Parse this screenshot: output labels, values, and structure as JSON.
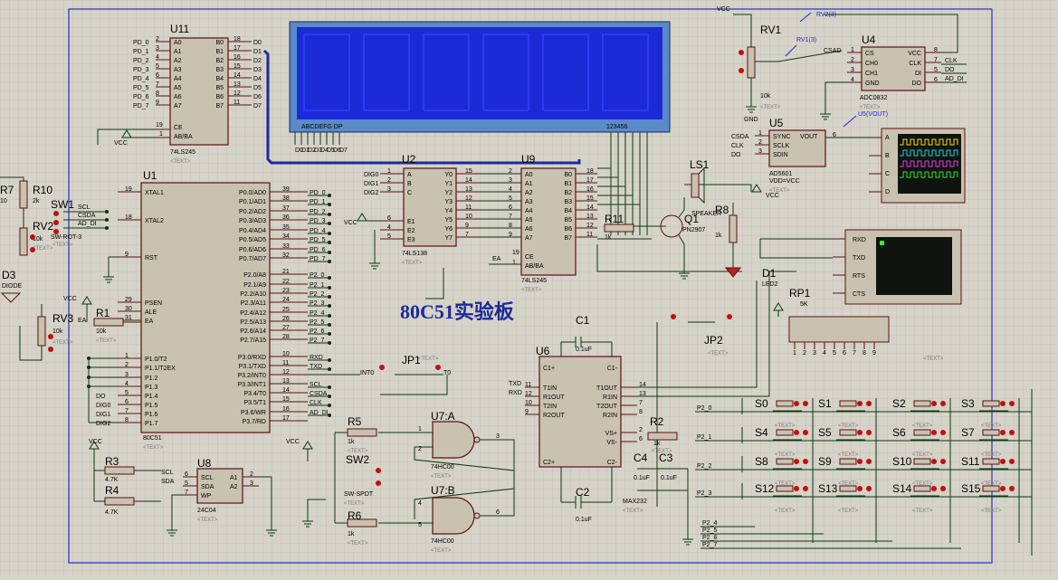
{
  "board_title": "80C51实验板",
  "text_tag": "<TEXT>",
  "lcd": {
    "seg_label": "ABCDEFG  DP",
    "dig_label": "123456"
  },
  "u11": {
    "ref": "U11",
    "part": "74LS245",
    "inputs": [
      "PD_0",
      "PD_1",
      "PD_2",
      "PD_3",
      "PD_4",
      "PD_5",
      "PD_6",
      "PD_7"
    ],
    "a_pins": [
      "A0",
      "A1",
      "A2",
      "A3",
      "A4",
      "A5",
      "A6",
      "A7"
    ],
    "b_pins": [
      "B0",
      "B1",
      "B2",
      "B3",
      "B4",
      "B5",
      "B6",
      "B7"
    ],
    "left_nums": [
      "2",
      "3",
      "4",
      "5",
      "6",
      "7",
      "8",
      "9"
    ],
    "right_nums": [
      "18",
      "17",
      "16",
      "15",
      "14",
      "13",
      "12",
      "11"
    ],
    "outputs": [
      "D0",
      "D1",
      "D2",
      "D3",
      "D4",
      "D5",
      "D6",
      "D7"
    ],
    "ce": "CE",
    "ab": "AB/BA",
    "n19": "19",
    "n1": "1",
    "vcc": "VCC"
  },
  "u1": {
    "ref": "U1",
    "part": "80C51",
    "left_pins": [
      "XTAL1",
      "XTAL2",
      "RST",
      "PSEN",
      "ALE",
      "EA",
      "P1.0/T2",
      "P1.1/T2EX",
      "P1.2",
      "P1.3",
      "P1.4",
      "P1.5",
      "P1.6",
      "P1.7"
    ],
    "left_nums": [
      "19",
      "18",
      "9",
      "29",
      "30",
      "31",
      "1",
      "2",
      "3",
      "4",
      "5",
      "6",
      "7",
      "8"
    ],
    "left_nets": [
      "",
      "",
      "",
      "",
      "",
      "",
      "",
      "",
      "",
      "",
      "DO",
      "DIG0",
      "DIG1",
      "DIG2"
    ],
    "right_pins": [
      "P0.0/AD0",
      "P0.1/AD1",
      "P0.2/AD2",
      "P0.3/AD3",
      "P0.4/AD4",
      "P0.5/AD5",
      "P0.6/AD6",
      "P0.7/AD7",
      "P2.0/A8",
      "P2.1/A9",
      "P2.2/A10",
      "P2.3/A11",
      "P2.4/A12",
      "P2.5/A13",
      "P2.6/A14",
      "P2.7/A15",
      "P3.0/RXD",
      "P3.1/TXD",
      "P3.2/INT0",
      "P3.3/INT1",
      "P3.4/T0",
      "P3.5/T1",
      "P3.6/WR",
      "P3.7/RD"
    ],
    "right_nums": [
      "39",
      "38",
      "37",
      "36",
      "35",
      "34",
      "33",
      "32",
      "21",
      "22",
      "23",
      "24",
      "25",
      "26",
      "27",
      "28",
      "10",
      "11",
      "12",
      "13",
      "14",
      "15",
      "16",
      "17"
    ],
    "right_nets": [
      "PD_0",
      "PD_1",
      "PD_2",
      "PD_3",
      "PD_4",
      "PD_5",
      "PD_6",
      "PD_7",
      "P2_0",
      "P2_1",
      "P2_2",
      "P2_3",
      "P2_4",
      "P2_5",
      "P2_6",
      "P2_7",
      "RXD",
      "TXD",
      "",
      "SCL",
      "CSDA",
      "CLK",
      "AD_DI",
      ""
    ],
    "int0": "INT0",
    "t0": "T0"
  },
  "u2": {
    "ref": "U2",
    "part": "74LS138",
    "in_nets": [
      "DIG0",
      "DIG1",
      "DIG2"
    ],
    "in_nums": [
      "1",
      "2",
      "3"
    ],
    "in_pins": [
      "A",
      "B",
      "C"
    ],
    "en_pins": [
      "E1",
      "E2",
      "E3"
    ],
    "en_nums": [
      "6",
      "4",
      "5"
    ],
    "out_pins": [
      "Y0",
      "Y1",
      "Y2",
      "Y3",
      "Y4",
      "Y5",
      "Y6",
      "Y7"
    ],
    "out_nums": [
      "15",
      "14",
      "13",
      "12",
      "11",
      "10",
      "9",
      "7"
    ],
    "vcc": "VCC"
  },
  "u9": {
    "ref": "U9",
    "part": "74LS245",
    "a_pins": [
      "A0",
      "A1",
      "A2",
      "A3",
      "A4",
      "A5",
      "A6",
      "A7"
    ],
    "a_nums": [
      "2",
      "3",
      "4",
      "5",
      "6",
      "7",
      "8",
      "9"
    ],
    "b_pins": [
      "B0",
      "B1",
      "B2",
      "B3",
      "B4",
      "B5",
      "B6",
      "B7"
    ],
    "b_nums": [
      "18",
      "17",
      "16",
      "15",
      "14",
      "13",
      "12",
      "11"
    ],
    "ce": "CE",
    "ab": "AB/BA",
    "ea": "EA",
    "n19": "19",
    "n1": "1"
  },
  "rv1": {
    "ref": "RV1",
    "val": "10k",
    "gnd": "GND",
    "vcc": "VCC",
    "probe1": "RV1(3)",
    "probe2": "RV2(3)"
  },
  "u4": {
    "ref": "U4",
    "part": "ADC0832",
    "left_pins": [
      "CS",
      "CH0",
      "CH1",
      "GND"
    ],
    "left_nums": [
      "1",
      "2",
      "3",
      "4"
    ],
    "right_pins": [
      "VCC",
      "CLK",
      "DI",
      "DO"
    ],
    "right_nums": [
      "8",
      "7",
      "5",
      "6"
    ],
    "left_net": "CSAD",
    "right_nets": [
      "CLK",
      "DO",
      "AD_DI"
    ]
  },
  "u5": {
    "ref": "U5",
    "part": "AD5601",
    "sub": "VDD=VCC",
    "pins": [
      "SYNC",
      "SCLK",
      "SDIN"
    ],
    "nums": [
      "1",
      "2",
      "3"
    ],
    "nets": [
      "CSDA",
      "CLK",
      "DO"
    ],
    "out": "VOUT",
    "out_num": "6",
    "probe": "U5(VOUT)"
  },
  "scope": {
    "channels": [
      "A",
      "B",
      "C",
      "D"
    ]
  },
  "terminal": {
    "pins": [
      "RXD",
      "TXD",
      "RTS",
      "CTS"
    ]
  },
  "ls1": {
    "ref": "LS1",
    "part": "SPEAKER"
  },
  "q1": {
    "ref": "Q1",
    "part": "PN2907"
  },
  "r8": {
    "ref": "R8",
    "val": "1k"
  },
  "r11": {
    "ref": "R11",
    "val": "1k"
  },
  "d1": {
    "ref": "D1",
    "part": "LED2"
  },
  "rp1": {
    "ref": "RP1",
    "val": "5K",
    "nums": [
      "1",
      "2",
      "3",
      "4",
      "5",
      "6",
      "7",
      "8",
      "9"
    ]
  },
  "jp2": {
    "ref": "JP2"
  },
  "jp1": {
    "ref": "JP1"
  },
  "c1": {
    "ref": "C1",
    "val": "0.1uF"
  },
  "c2": {
    "ref": "C2",
    "val": "0.1uF"
  },
  "c3": {
    "ref": "C3",
    "val": "0.1uF"
  },
  "c4": {
    "ref": "C4",
    "val": "0.1uF"
  },
  "u6": {
    "ref": "U6",
    "part": "MAX232",
    "left_pins": [
      "C1+",
      "T1IN",
      "R1OUT",
      "T2IN",
      "R2OUT",
      "C2+"
    ],
    "left_nums": [
      "",
      "11",
      "12",
      "10",
      "9",
      ""
    ],
    "right_pins": [
      "C1-",
      "T1OUT",
      "R1IN",
      "T2OUT",
      "R2IN",
      "VS+",
      "VS-",
      "C2-"
    ],
    "right_nums": [
      "",
      "14",
      "13",
      "7",
      "8",
      "2",
      "6",
      ""
    ],
    "txd": "TXD",
    "rxd": "RXD"
  },
  "r2": {
    "ref": "R2",
    "val": "1k"
  },
  "u7a": {
    "ref": "U7:A",
    "part": "74HC00",
    "nums": [
      "1",
      "2",
      "3"
    ]
  },
  "u7b": {
    "ref": "U7:B",
    "part": "74HC00",
    "nums": [
      "4",
      "5",
      "6"
    ]
  },
  "r5": {
    "ref": "R5",
    "val": "1k"
  },
  "r6": {
    "ref": "R6",
    "val": "1k"
  },
  "sw2": {
    "ref": "SW2",
    "part": "SW-SPDT"
  },
  "u8": {
    "ref": "U8",
    "part": "24C04",
    "pins": [
      "SCL",
      "SDA",
      "WP"
    ],
    "nums": [
      "6",
      "5",
      "7"
    ],
    "right": [
      "A1",
      "A2"
    ],
    "rnums": [
      "2",
      "3"
    ],
    "nets": [
      "SCL",
      "SDA"
    ]
  },
  "r3": {
    "ref": "R3",
    "val": "4.7K"
  },
  "r4": {
    "ref": "R4",
    "val": "4.7K"
  },
  "r1": {
    "ref": "R1",
    "val": "10k",
    "ea": "EA"
  },
  "rv3": {
    "ref": "RV3",
    "val": "10k",
    "vcc": "VCC"
  },
  "rv2": {
    "ref": "RV2",
    "val": "10k"
  },
  "d3": {
    "ref": "D3",
    "part": "DIODE"
  },
  "r10": {
    "ref": "R10",
    "val": "2k"
  },
  "r7": {
    "ref": "R7",
    "val": "10"
  },
  "sw1": {
    "ref": "SW1",
    "part": "SW-ROT-3",
    "nets": [
      "SCL",
      "CSDA",
      "AD_DI"
    ]
  },
  "vcc": "VCC",
  "keys": {
    "labels": [
      "S0",
      "S1",
      "S2",
      "S3",
      "S4",
      "S5",
      "S6",
      "S7",
      "S8",
      "S9",
      "S10",
      "S11",
      "S12",
      "S13",
      "S14",
      "S15"
    ],
    "rows": [
      "P2_0",
      "P2_1",
      "P2_2",
      "P2_3"
    ],
    "cols": [
      "P2_4",
      "P2_5",
      "P2_6",
      "P2_7"
    ]
  }
}
